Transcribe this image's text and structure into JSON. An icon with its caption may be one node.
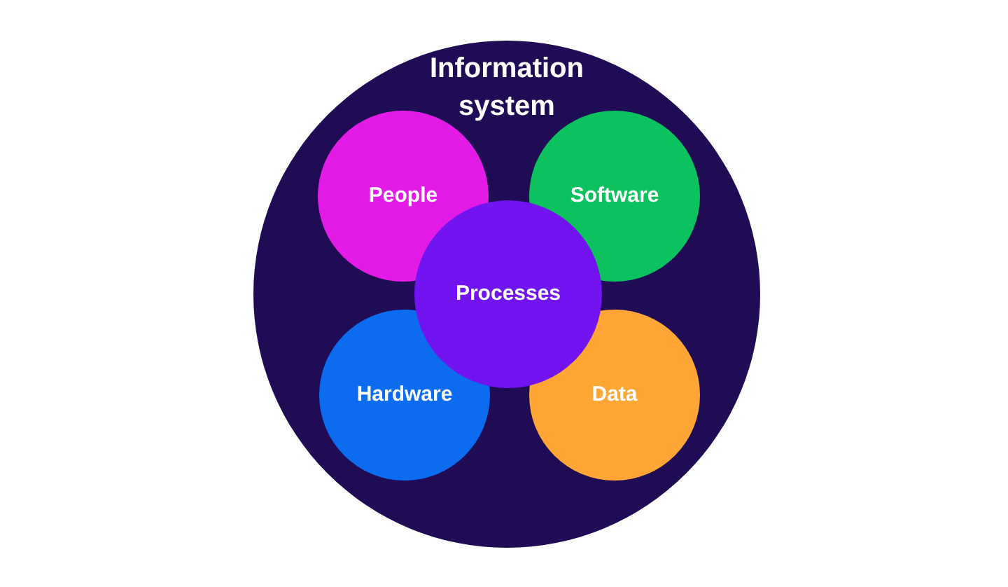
{
  "diagram": {
    "nodes": [
      {
        "text": [
          "Information system"
        ]
      },
      {
        "text": [
          "People"
        ],
        "in": 0
      },
      {
        "text": [
          "Software"
        ],
        "in": 0
      },
      {
        "text": [
          "Processes"
        ],
        "in": 0
      },
      {
        "text": [
          "Hardware"
        ],
        "in": 0
      },
      {
        "text": [
          "Data"
        ],
        "in": 0
      }
    ]
  }
}
